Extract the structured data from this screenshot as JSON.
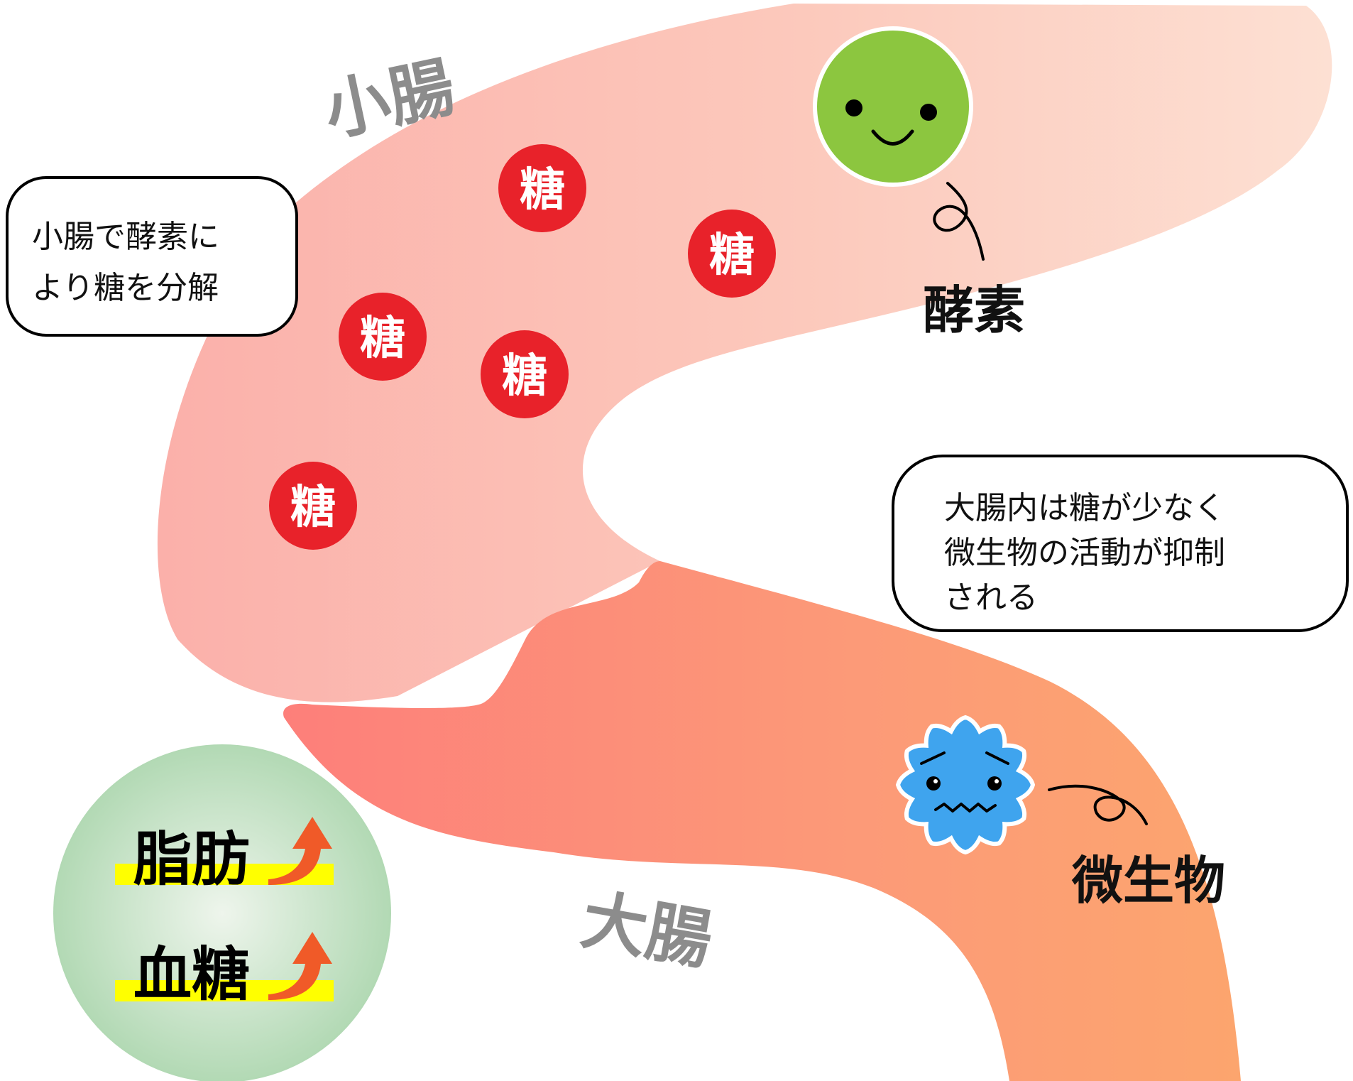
{
  "labels": {
    "small_intestine": "小腸",
    "large_intestine": "大腸",
    "enzyme": "酵素",
    "microbe": "微生物"
  },
  "sugar_label": "糖",
  "callouts": {
    "small": [
      "小腸で酵素に",
      "より糖を分解"
    ],
    "large": [
      "大腸内は糖が少なく",
      "微生物の活動が抑制",
      "される"
    ]
  },
  "summary": {
    "fat": "脂肪",
    "blood_sugar": "血糖"
  },
  "colors": {
    "small_intestine": "#fbc3b6",
    "large_intestine": "#fd8c77",
    "sugar": "#e8222a",
    "enzyme": "#8cc63f",
    "microbe": "#3fa4ee",
    "highlight": "#ffff00",
    "arrow": "#f05a28",
    "label_gray": "#8c8c8c"
  }
}
